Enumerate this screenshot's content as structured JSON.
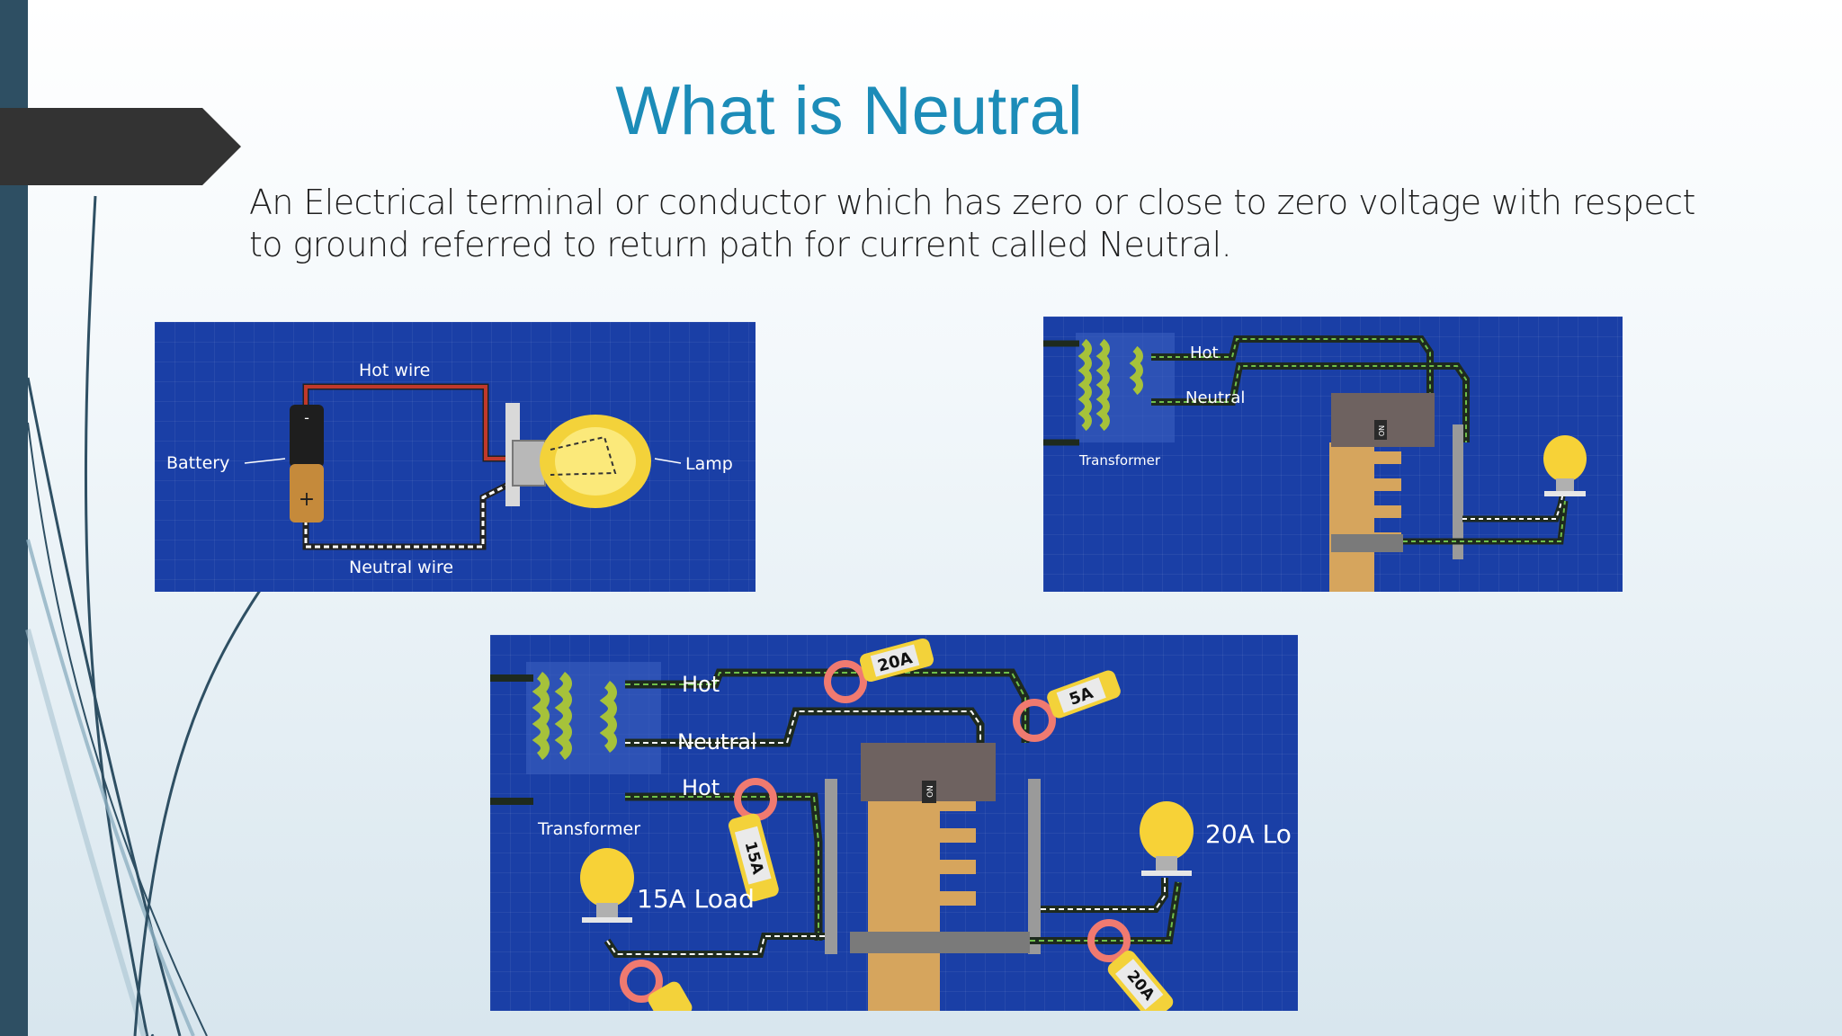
{
  "slide": {
    "title": "What is Neutral",
    "definition": "An Electrical terminal or conductor which has zero or close to zero voltage with respect to ground referred to return path for current  called Neutral."
  },
  "figure1": {
    "hot_wire": "Hot wire",
    "battery": "Battery",
    "lamp": "Lamp",
    "neutral_wire": "Neutral wire",
    "minus": "-",
    "plus": "+"
  },
  "figure2": {
    "hot": "Hot",
    "neutral": "Neutral",
    "transformer": "Transformer",
    "breaker_label": "ON"
  },
  "figure3": {
    "hot_top": "Hot",
    "neutral": "Neutral",
    "hot_lower": "Hot",
    "transformer": "Transformer",
    "load_15a": "15A Load",
    "load_20a": "20A Lo",
    "clamp_20a_top": "20A",
    "clamp_5a": "5A",
    "clamp_15a": "15A",
    "clamp_20a_bottom": "20A",
    "breaker_label": "ON"
  },
  "colors": {
    "title": "#1c8cb8",
    "panel_bg": "#1a3fa6",
    "left_bar": "#2e4f63",
    "arrow": "#333333"
  }
}
